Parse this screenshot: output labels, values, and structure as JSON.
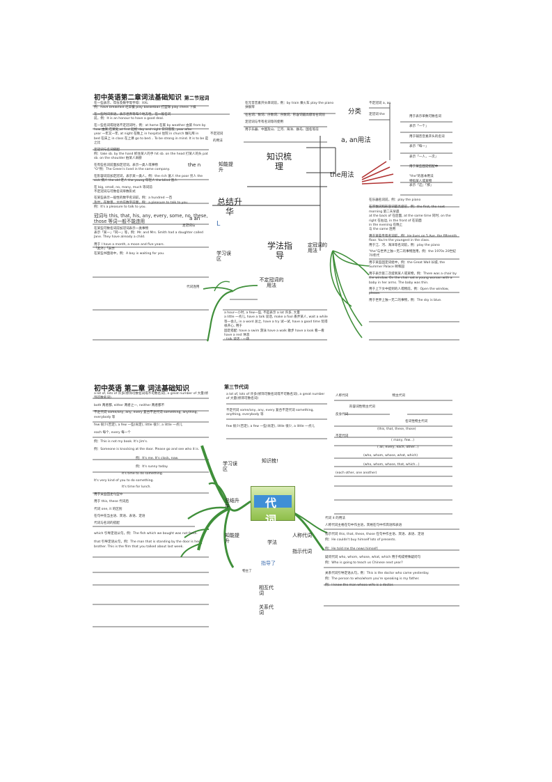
{
  "page1": {
    "title": "初中英语第二章词法基础知识",
    "title_sub": "第二节冠词",
    "left": [
      "在一些表示、年份及数字等字母：XXL",
      "例：have breakfast 吃早餐 play basketball 打篮球 play chess 下棋",
      "在一些时间状语，表示世界等每个地方性，在一般名词",
      "前，例：It is an honour to have a good deal.",
      "在一些名词或短语不定冠词时，例：at home 在家 by weather 由第 from by",
      "how 由某,在某处,at first 起初 day and night 日日夜夜, year after",
      "year 一年又一年, at night 在晚上 in hospital 住院 in church 做礼拜 in",
      "bed 在床上 in class 在上课 go to bed... To be strong in mind. It is to be 是之比",
      "定冠词与名词搭配",
      "例：take sb. by the hand 抓住某人的手 hit sb. on the head 打某人的头 pat sb. on the shoulder 拍某人肩膀",
      "在有些名词前面加定冠词，表示一类人或事物",
      "\"O\"例：The Green's lived in the same company.",
      "在形容词前加定冠词，表示某一类人，例：the rich 富人 the poor 穷人 the sick 病人 the old 老人 the young 年轻人 the blind 盲人",
      "在 big, small, no, many, much 等词前",
      "不定冠词与可数名词单数形式",
      "在某些表示一般性的数字名词前，例：a hundred 一百",
      "及世，在数量，大约在数字前面，例：a pleasure to talk to you.",
      "例：It's a pleasure to talk to you.",
      "冠词与 this, that, his, any, every, some, no, these, those 等词一般不能连用",
      "在某些可数名词前加冠词表示一类事物",
      "表示「某一」「同一」等，例：Mr. and Mrs. Smith had a daughter called Jane. They have already a child.",
      "用于 I have a month, a moon and five years.",
      "「此外」「表示",
      "在某些书面语中，例：A boy is waiting for you."
    ],
    "center": {
      "knowledge": "知识梳理",
      "summary": "总结升华",
      "method": "学法指导",
      "ability": "知能提升",
      "study": "学习误区",
      "the_usage": "the用法",
      "a_an_usage": "a, an用法",
      "fen_lei": "分类",
      "def_art": "定冠词的用法",
      "indef_art": "不定冠词的用法",
      "a_an": "a an",
      "the_n": "the n",
      "L": "L",
      "cha_hou": "不定冠词",
      "yong_fa": "a 的用法"
    },
    "top_mid": [
      "在元音音素开头单词前，例：by train 乘火车 play the piano 弹钢琴",
      "在名词、数词、序数词、序数词、形容词最高级等名词前",
      "定冠词与专有名词等的使用",
      "用于乐器、中国及山、江河、海洋、群岛、国名等前"
    ],
    "right_top": [
      "不定冠词 a, an",
      "定冠词 the",
      "用于表示单数可数名词",
      "表示「一个」",
      "用于辅音音素开头的名词",
      "表示「每一」",
      "表示「一人，一次」",
      "用于某些固定搭配中",
      "\"the\"的基本用法",
      "特指某人或某物",
      "表示「这」「那」"
    ],
    "right_list": [
      "在乐器名词前，例：play the piano",
      "在序数词和形容词最高级前，例：the first, the next morning 第二天早晨",
      "at the back of 在后面, at the same time 同时, on the right 在右边, in the front of 在前面",
      "in the evening 在晚上",
      "与 the same 连用",
      "用于某些专有名词前，例：He lives on 5 Ave. the fifteenth floor. You're the youngest in the class.",
      "用于江、河、海洋等名词前，例：play the piano",
      "\"the\"与世界上独一无二的事物连用，例：the 1970s 20世纪70年代",
      "用于某些固定词组中，例：the Great Wall 长城, the Summer Palace 颐和园",
      "用于表示第二次提到某人或某物，例：There was a chair by the window. On the chair sat a young woman with a baby in her arms. The baby was thin.",
      "用于上下文中提到的人或物前，例：Open the window, please.",
      "用于世界上独一无二的事物，例：The sky is blue."
    ],
    "bottom_mid": [
      "a hour一小时, a few一些, 不是表示 a lot 许多, 大量",
      "a little 一点儿, have a talk 谈话, make a fool 愚弄某人, wait a while 等一会儿, in a word 总之, have a try 试一试, have a good time 玩得很开心, 用于",
      "固定搭配: have a swim 游泳 have a walk 散步 have a look 看一看 have a rest 休息",
      "- talk 谈话 - 一场"
    ],
    "small_labels": {
      "zhi_shi": "不定冠词",
      "yong": "的用法",
      "ding": "定冠词与",
      "dai": "代词连用"
    }
  },
  "page2": {
    "title": "初中英语 第二章 词法基础知识",
    "title_sub": "第三节代词",
    "center_word": "代 词",
    "branches": {
      "study": "学习误区",
      "summary": "总结升华",
      "ability": "知能提升",
      "method": "学法",
      "knowledge": "知识梳!",
      "guide": "指导了",
      "personal": "人称代词",
      "demonstrative": "指示代词",
      "reciprocal": "相互代词",
      "relative": "关系代词",
      "wu": "物主了"
    },
    "left": [
      "a lot of, lots of 许多(修饰可数名词或不可数名词), a great number of 大量(修饰可数名词)",
      "both 两者都, either 两者之一, neither 两者都不",
      "不定代词 some/any, any, every 复合不定代词 something, anything, everybody 等",
      "few 很少(否定), a few 一些(肯定), little 很少, a little 一点儿",
      "each 每个, every 每一个",
      "例：This is not my book. It's Jim's.",
      "例：Someone is knocking at the door. Please go and see who it is.",
      "例：It's me. It's clock, now.",
      "例：It's sunny today.",
      "It's time to do something.",
      "It's very kind of you to do something.",
      "It's time for lunch.",
      "用于某些固定句型中",
      "用于 this, these 代词后",
      "代词 one, it 的区别",
      "在句中充当主语、宾语、表语、定语",
      "代词与名词的搭配",
      "which 引导定语从句，例：The fish which we bought was not fresh.",
      "that 引导定语从句，例：The man that is standing by the door is her brother. This is the film that you talked about last week."
    ],
    "right_top": [
      "人称代词",
      "物主代词",
      "反身代词",
      "形容词性物主代词",
      "名词性物主代词",
      "(this, that, these, those)",
      "不定代词",
      "( many, few...)",
      "( all, every, each, other...)",
      "(who, whom, whose, what, which)",
      "(who, whom, whose, that, which...)",
      "(each other, one another)"
    ],
    "right_list": [
      "代词 it 的用法",
      "人称代词主格在句中作主语，宾格在句中作宾语和表语",
      "指示代词 this, that, these, those 在句中作主语、宾语、表语、定语",
      "例：He couldn't buy himself lots of presents.",
      "例：He told me the news himself.",
      "疑问代词 who, whom, whose, what, which 用于构成特殊疑问句",
      "例：Who is going to teach us Chinese next year?",
      "关系代词引导定语从句，例：This is the doctor who came yesterday.",
      "例：The person to who/whom you're speaking is my father.",
      "例：I know the man whose wife is a doctor."
    ]
  }
}
